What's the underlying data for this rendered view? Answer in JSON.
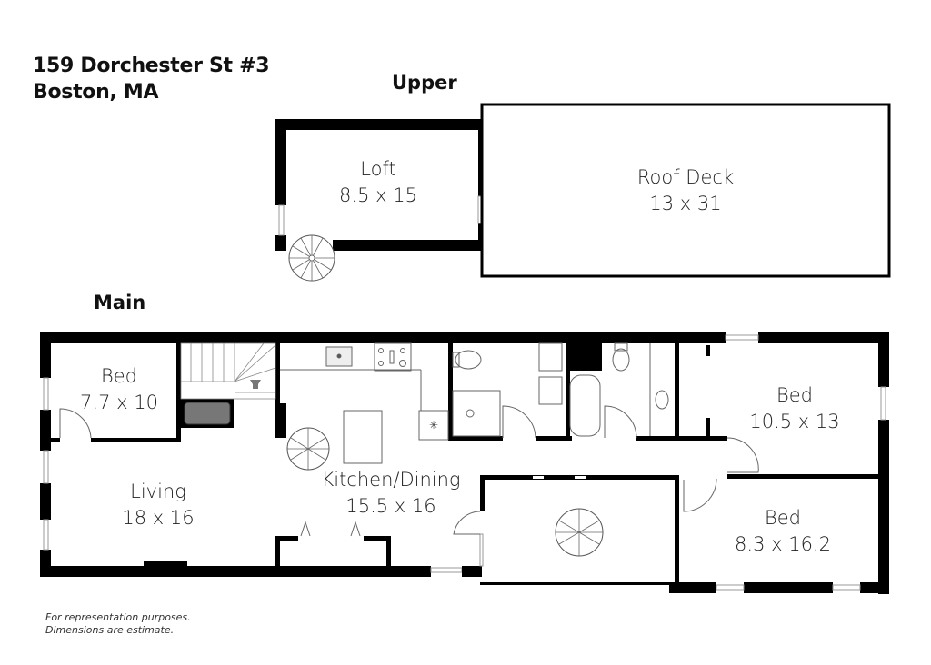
{
  "header": {
    "address_line1": "159 Dorchester St #3",
    "address_line2": "Boston, MA"
  },
  "levels": {
    "upper": {
      "label": "Upper",
      "rooms": [
        {
          "name": "Loft",
          "dims": "8.5 x 15"
        },
        {
          "name": "Roof Deck",
          "dims": "13 x 31"
        }
      ]
    },
    "main": {
      "label": "Main",
      "rooms": [
        {
          "name": "Bed",
          "dims": "7.7 x 10"
        },
        {
          "name": "Living",
          "dims": "18 x 16"
        },
        {
          "name": "Kitchen/Dining",
          "dims": "15.5 x 16"
        },
        {
          "name": "Bed",
          "dims": "10.5 x 13"
        },
        {
          "name": "Bed",
          "dims": "8.3 x 16.2"
        }
      ]
    }
  },
  "footer": {
    "disclaimer_line1": "For representation purposes.",
    "disclaimer_line2": "Dimensions are estimate."
  },
  "colors": {
    "wall": "#000000",
    "fixture": "#555555",
    "window": "#cccccc",
    "background": "#ffffff"
  }
}
